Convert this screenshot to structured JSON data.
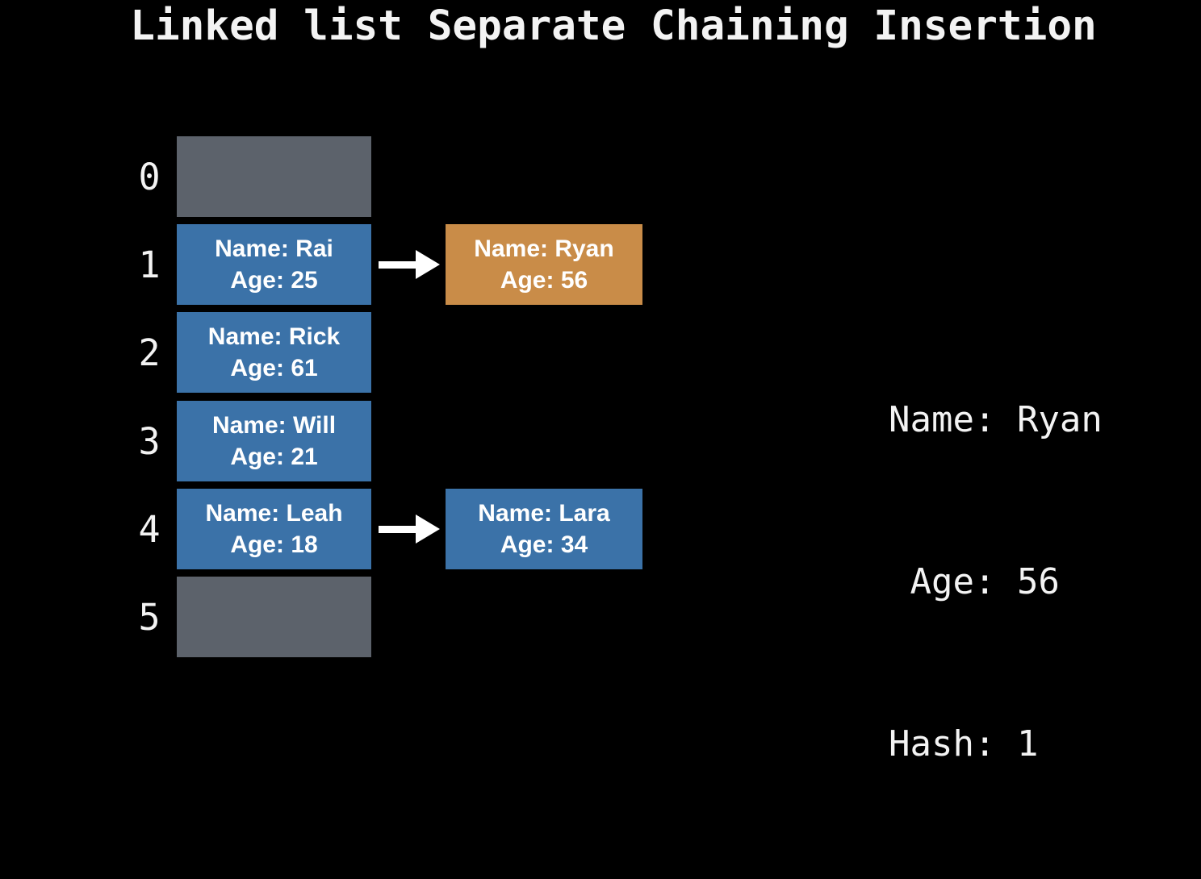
{
  "title": "Linked list Separate Chaining Insertion",
  "colors": {
    "background": "#000000",
    "bucket_filled": "#3b72a8",
    "bucket_empty": "#5c626b",
    "node_highlight": "#c98c48",
    "node_text": "#ffffff",
    "text_light": "#f3f3f3"
  },
  "hash_table": {
    "rows": [
      {
        "index": "0",
        "state": "empty"
      },
      {
        "index": "1",
        "state": "filled",
        "entry": {
          "name_label": "Name: Rai",
          "age_label": "Age: 25"
        },
        "chain_node": {
          "name_label": "Name: Ryan",
          "age_label": "Age: 56",
          "highlighted": true
        }
      },
      {
        "index": "2",
        "state": "filled",
        "entry": {
          "name_label": "Name: Rick",
          "age_label": "Age: 61"
        }
      },
      {
        "index": "3",
        "state": "filled",
        "entry": {
          "name_label": "Name: Will",
          "age_label": "Age: 21"
        }
      },
      {
        "index": "4",
        "state": "filled",
        "entry": {
          "name_label": "Name: Leah",
          "age_label": "Age: 18"
        },
        "chain_node": {
          "name_label": "Name: Lara",
          "age_label": "Age: 34",
          "highlighted": false
        }
      },
      {
        "index": "5",
        "state": "empty"
      }
    ]
  },
  "inserted_record": {
    "lines": [
      "Name: Ryan",
      " Age: 56",
      "Hash: 1"
    ]
  }
}
